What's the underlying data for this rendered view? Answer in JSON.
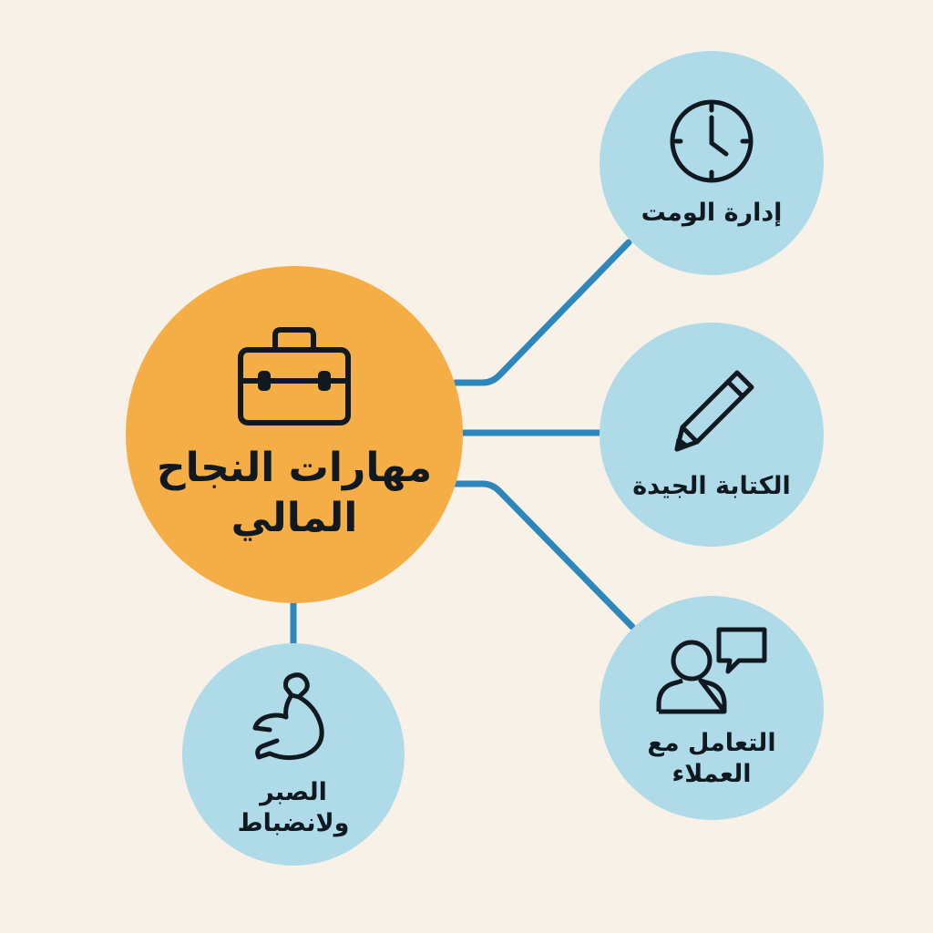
{
  "colors": {
    "background": "#f8f1e8",
    "center_fill": "#f5ae45",
    "leaf_fill": "#afdbe8",
    "connector": "#2e87ba",
    "ink": "#101820"
  },
  "center": {
    "label": "مهارات النجاح\nالمالي",
    "icon": "briefcase-icon"
  },
  "skills": [
    {
      "id": "time",
      "label": "إدارة الومت",
      "icon": "clock-icon"
    },
    {
      "id": "writing",
      "label": "الكتابة الجيدة",
      "icon": "pencil-icon"
    },
    {
      "id": "customers",
      "label": "التعامل مع\nالعملاء",
      "icon": "user-chat-icon"
    },
    {
      "id": "patience",
      "label": "الصبر\nولانضباط",
      "icon": "flexed-arm-icon"
    }
  ]
}
